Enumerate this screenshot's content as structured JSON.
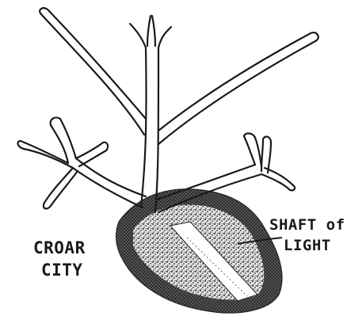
{
  "labels": {
    "left_line1": "CROAR",
    "left_line2": "CITY",
    "right_line1": "SHAFT of",
    "right_line2": "LIGHT"
  },
  "colors": {
    "ink": "#1a1a1a",
    "stipple": "#3a3a3a",
    "paper": "#ffffff"
  }
}
